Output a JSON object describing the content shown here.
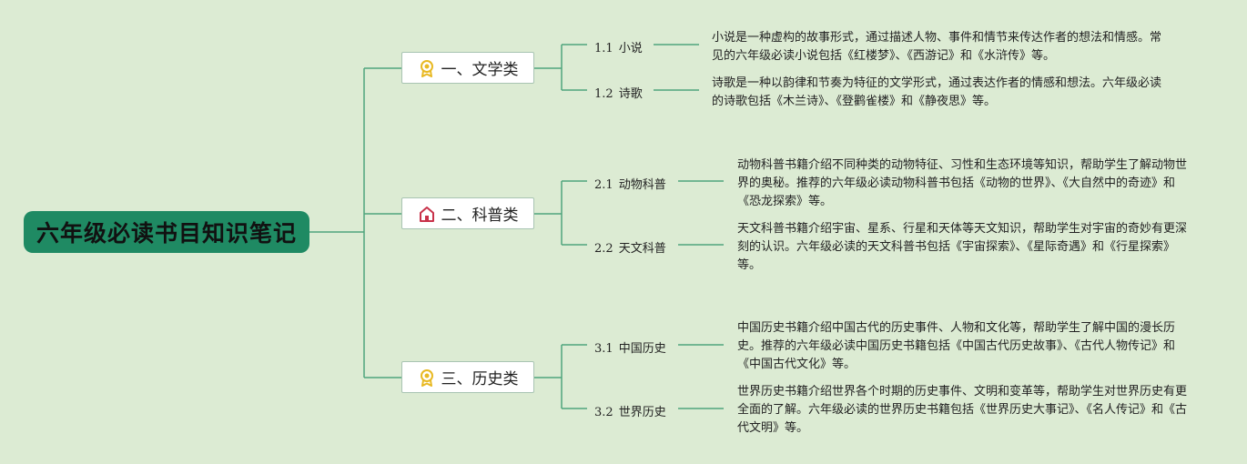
{
  "root": {
    "title": "六年级必读书目知识笔记"
  },
  "categories": [
    {
      "label": "一、文学类",
      "icon": "medal-icon",
      "subs": [
        {
          "number": "1.1",
          "name": "小说",
          "desc": "小说是一种虚构的故事形式，通过描述人物、事件和情节来传达作者的想法和情感。常见的六年级必读小说包括《红楼梦》、《西游记》和《水浒传》等。"
        },
        {
          "number": "1.2",
          "name": "诗歌",
          "desc": "诗歌是一种以韵律和节奏为特征的文学形式，通过表达作者的情感和想法。六年级必读的诗歌包括《木兰诗》、《登鹳雀楼》和《静夜思》等。"
        }
      ]
    },
    {
      "label": "二、科普类",
      "icon": "home-icon",
      "subs": [
        {
          "number": "2.1",
          "name": "动物科普",
          "desc": "动物科普书籍介绍不同种类的动物特征、习性和生态环境等知识，帮助学生了解动物世界的奥秘。推荐的六年级必读动物科普书包括《动物的世界》、《大自然中的奇迹》和《恐龙探索》等。"
        },
        {
          "number": "2.2",
          "name": "天文科普",
          "desc": "天文科普书籍介绍宇宙、星系、行星和天体等天文知识，帮助学生对宇宙的奇妙有更深刻的认识。六年级必读的天文科普书包括《宇宙探索》、《星际奇遇》和《行星探索》等。"
        }
      ]
    },
    {
      "label": "三、历史类",
      "icon": "medal-icon",
      "subs": [
        {
          "number": "3.1",
          "name": "中国历史",
          "desc": "中国历史书籍介绍中国古代的历史事件、人物和文化等，帮助学生了解中国的漫长历史。推荐的六年级必读中国历史书籍包括《中国古代历史故事》、《古代人物传记》和《中国古代文化》等。"
        },
        {
          "number": "3.2",
          "name": "世界历史",
          "desc": "世界历史书籍介绍世界各个时期的历史事件、文明和变革等，帮助学生对世界历史有更全面的了解。六年级必读的世界历史书籍包括《世界历史大事记》、《名人传记》和《古代文明》等。"
        }
      ]
    }
  ],
  "colors": {
    "background": "#dcebd3",
    "root_fill": "#1f8a63",
    "line": "#4fa57c",
    "medal": "#e8b923",
    "home": "#c8324a"
  }
}
